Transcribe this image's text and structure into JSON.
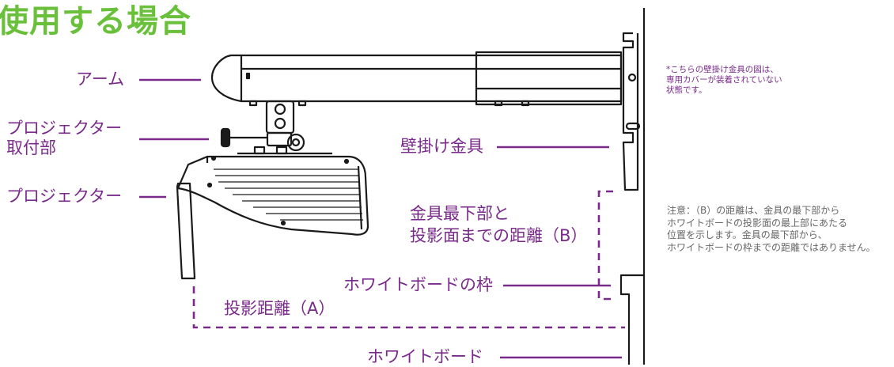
{
  "title": "使用する場合",
  "labels": {
    "arm": "アーム",
    "projector_mount_line1": "プロジェクター",
    "projector_mount_line2": "取付部",
    "projector": "プロジェクター",
    "wall_bracket": "壁掛け金具",
    "bracket_bottom_line1": "金具最下部と",
    "bracket_bottom_line2": "投影面までの距離（B）",
    "whiteboard_frame": "ホワイトボードの枠",
    "projection_distance": "投影距離（A）",
    "whiteboard": "ホワイトボード"
  },
  "notes": {
    "cover_line1": "*こちらの壁掛け金具の図は、",
    "cover_line2": "専用カバーが装着されていない",
    "cover_line3": "状態です。",
    "caution_line1": "注意：（B）の距離は、金具の最下部から",
    "caution_line2": "ホワイトボードの投影面の最上部にあたる",
    "caution_line3": "位置を示します。金具の最下部から、",
    "caution_line4": "ホワイトボードの枠までの距離ではありません。"
  },
  "colors": {
    "title": "#6abf3b",
    "label": "#7a2a8a",
    "line": "#1a1a1a",
    "caution_text": "#666666"
  }
}
